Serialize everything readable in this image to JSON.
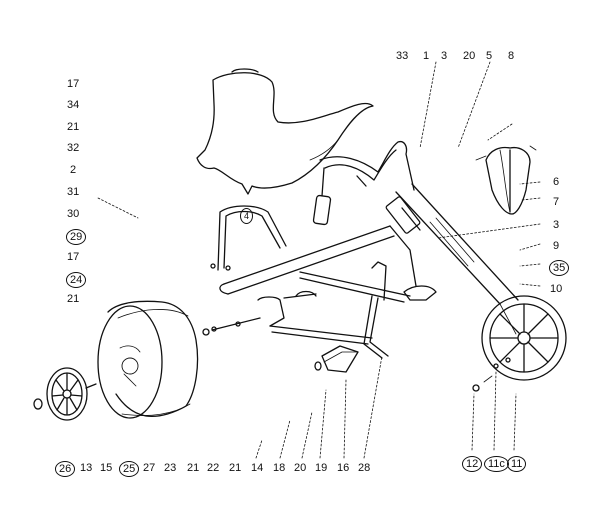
{
  "diagram": {
    "left_callouts": [
      "17",
      "34",
      "21",
      "32",
      "2",
      "31",
      "30",
      "29",
      "17",
      "24",
      "21"
    ],
    "top_callouts": [
      "33",
      "1",
      "3",
      "20",
      "5",
      "8"
    ],
    "right_callouts": [
      "6",
      "7",
      "3",
      "9",
      "35",
      "10"
    ],
    "bottom_callouts": [
      "26",
      "13",
      "15",
      "25",
      "27",
      "23",
      "21",
      "22",
      "21",
      "14",
      "18",
      "20",
      "19",
      "16",
      "28",
      "12",
      "11c",
      "11"
    ],
    "inline_callouts": [
      "4"
    ],
    "circled_callouts": [
      "29",
      "24",
      "35",
      "26",
      "25",
      "12",
      "11c",
      "11",
      "4"
    ]
  }
}
